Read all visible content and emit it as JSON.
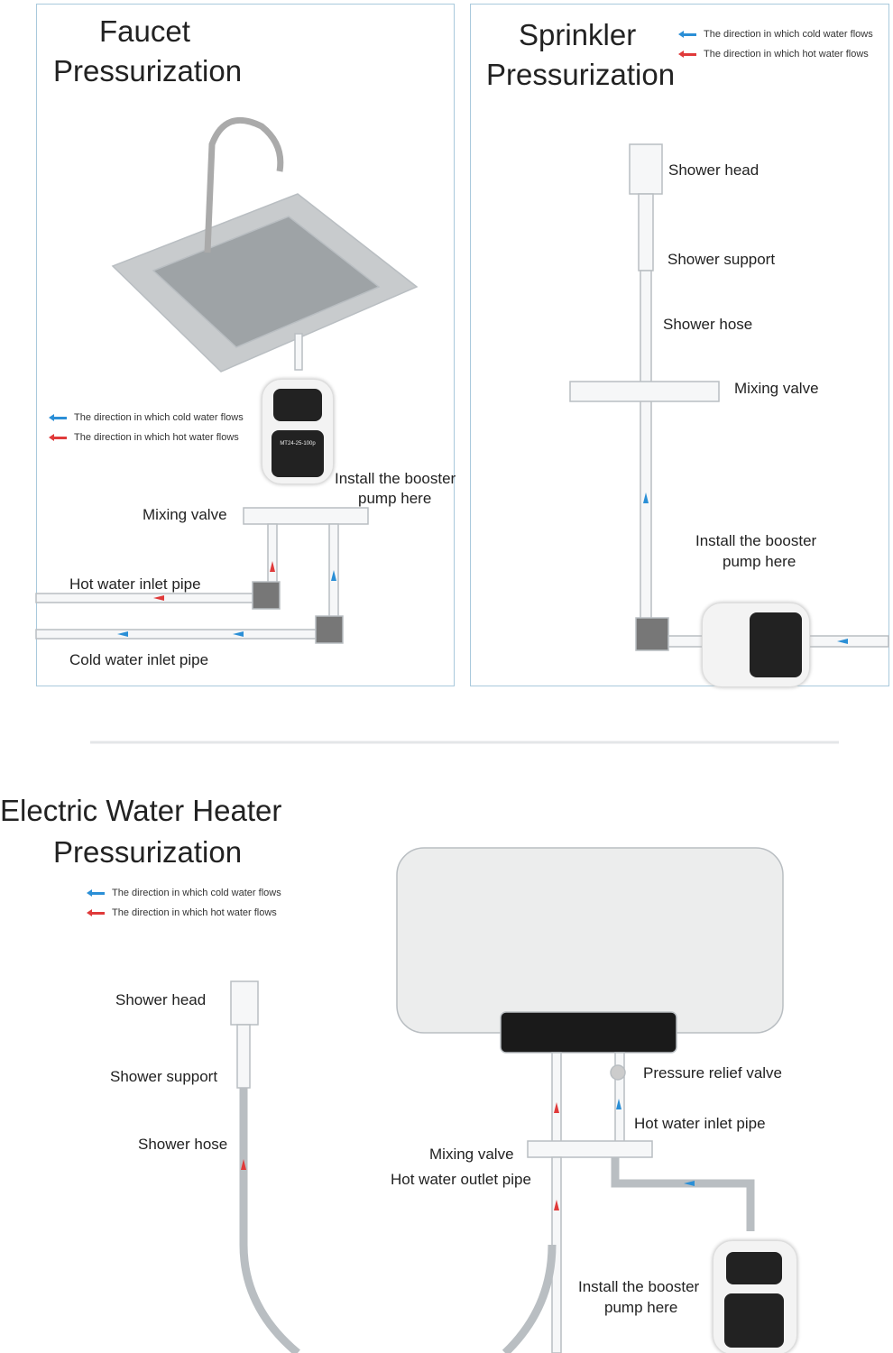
{
  "colors": {
    "cold": "#2b8fd6",
    "hot": "#e03a3a",
    "frame": "#a9c9dc",
    "pipe": "#d9dde0"
  },
  "legend": {
    "cold": "The direction in which cold water flows",
    "hot": "The direction in which hot water flows"
  },
  "pump_model": "MT24-25-100p",
  "faucet": {
    "title_line1": "Faucet",
    "title_line2": "Pressurization",
    "mixing_valve": "Mixing valve",
    "install_line1": "Install the booster",
    "install_line2": "pump here",
    "hot_inlet": "Hot water inlet pipe",
    "cold_inlet": "Cold water inlet pipe"
  },
  "sprinkler": {
    "title_line1": "Sprinkler",
    "title_line2": "Pressurization",
    "shower_head": "Shower head",
    "shower_support": "Shower support",
    "shower_hose": "Shower hose",
    "mixing_valve": "Mixing valve",
    "install_line1": "Install the booster",
    "install_line2": "pump here"
  },
  "heater": {
    "title_line1": "Electric Water Heater",
    "title_line2": "Pressurization",
    "shower_head": "Shower head",
    "shower_support": "Shower support",
    "shower_hose": "Shower hose",
    "pressure_relief": "Pressure relief valve",
    "hot_inlet": "Hot water inlet pipe",
    "mixing_valve": "Mixing valve",
    "hot_outlet": "Hot water outlet pipe",
    "install_line1": "Install the booster",
    "install_line2": "pump here"
  }
}
